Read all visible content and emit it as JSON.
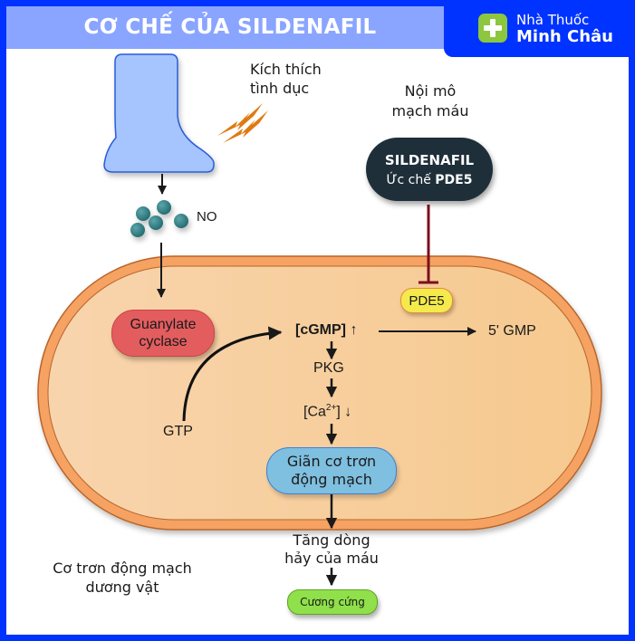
{
  "header": {
    "title": "CƠ CHẾ CỦA SILDENAFIL",
    "brand_line1": "Nhà Thuốc",
    "brand_line2": "Minh Châu",
    "brand_icon": "plus-cross-icon"
  },
  "colors": {
    "frame_blue": "#0033ff",
    "title_bar": "#8aa5ff",
    "brand_green": "#8dc63f",
    "cell_fill": "#f8cfa0",
    "cell_border": "#f5a263",
    "neuron_blue": "#a6c5ff",
    "no_molecule": "#2f7f85",
    "guanylate_red": "#e35d5f",
    "sildenafil_dark": "#1e2f3a",
    "inhibit_line": "#7a0f1e",
    "pde5_yellow": "#f4ea4c",
    "relax_blue": "#7fbfdf",
    "erection_green": "#8fe04a",
    "spark_orange": "#e07a10"
  },
  "labels": {
    "stimulus_line1": "Kích thích",
    "stimulus_line2": "tình dục",
    "no": "NO",
    "endothelium_line1": "Nội mô",
    "endothelium_line2": "mạch máu",
    "sildenafil_name": "SILDENAFIL",
    "sildenafil_action_prefix": "Ức chế ",
    "sildenafil_action_target": "PDE5",
    "guanylate_line1": "Guanylate",
    "guanylate_line2": "cyclase",
    "cgmp": "[cGMP]",
    "cgmp_arrow": "↑",
    "pde5": "PDE5",
    "gmp5": "5' GMP",
    "pkg": "PKG",
    "ca_prefix": "[Ca",
    "ca_sup": "2+",
    "ca_suffix": "] ↓",
    "gtp": "GTP",
    "relax_line1": "Giãn cơ trơn",
    "relax_line2": "động mạch",
    "flow_line1": "Tăng dòng",
    "flow_line2": "hảy của máu",
    "erection": "Cương cứng",
    "tissue_line1": "Cơ trơn động mạch",
    "tissue_line2": "dương vật"
  }
}
